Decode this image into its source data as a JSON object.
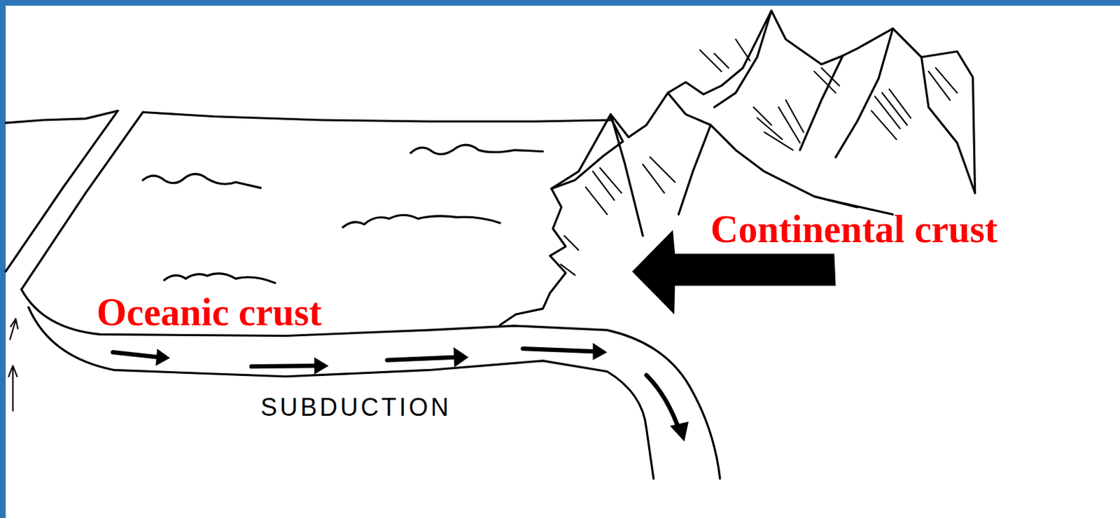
{
  "diagram": {
    "labels": [
      "Continental crust",
      "Oceanic crust",
      "SUBDUCTION"
    ]
  }
}
